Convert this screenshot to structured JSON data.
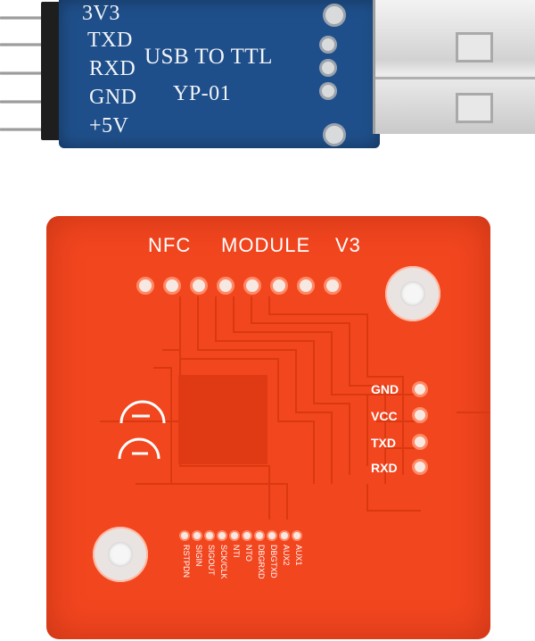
{
  "usb_board": {
    "pins": [
      "3V3",
      "TXD",
      "RXD",
      "GND",
      "+5V"
    ],
    "title": "USB TO TTL",
    "model": "YP-01"
  },
  "nfc_board": {
    "header": [
      "NFC",
      "MODULE",
      "V3"
    ],
    "side_pins": [
      "GND",
      "VCC",
      "TXD",
      "RXD"
    ],
    "bottom_pins": [
      "RSTPDN",
      "SIGIN",
      "SIGOUT",
      "SCK/CLK",
      "NTI",
      "NTO",
      "DBGRXD",
      "DBGTXD",
      "AUX2",
      "AUX1"
    ]
  },
  "colors": {
    "pcb_blue": "#1f4f8a",
    "pcb_red": "#f2461f",
    "silkscreen": "#ffffff"
  }
}
